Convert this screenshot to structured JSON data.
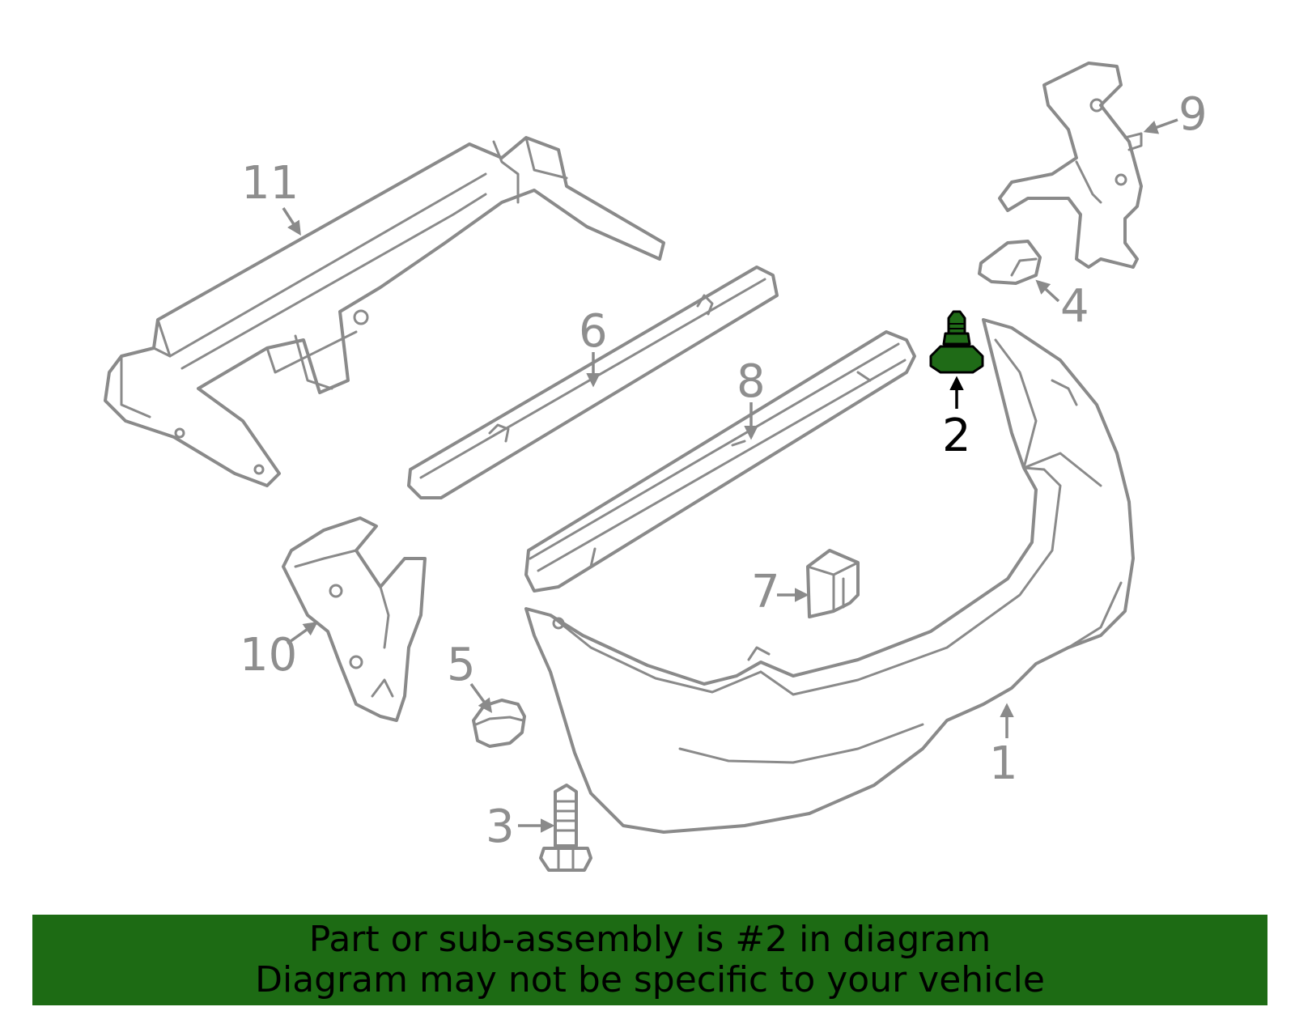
{
  "callouts": {
    "c1": "1",
    "c2": "2",
    "c3": "3",
    "c4": "4",
    "c5": "5",
    "c6": "6",
    "c7": "7",
    "c8": "8",
    "c9": "9",
    "c10": "10",
    "c11": "11"
  },
  "highlight": {
    "part_number": "2",
    "color": "#1f6b17"
  },
  "banner": {
    "line1": "Part or sub-assembly is #2 in diagram",
    "line2": "Diagram may not be specific to your vehicle",
    "background": "#1d6b14"
  },
  "colors": {
    "outline": "#8a8a8a",
    "callout_text": "#8e8e8e",
    "highlight_text": "#000000"
  }
}
